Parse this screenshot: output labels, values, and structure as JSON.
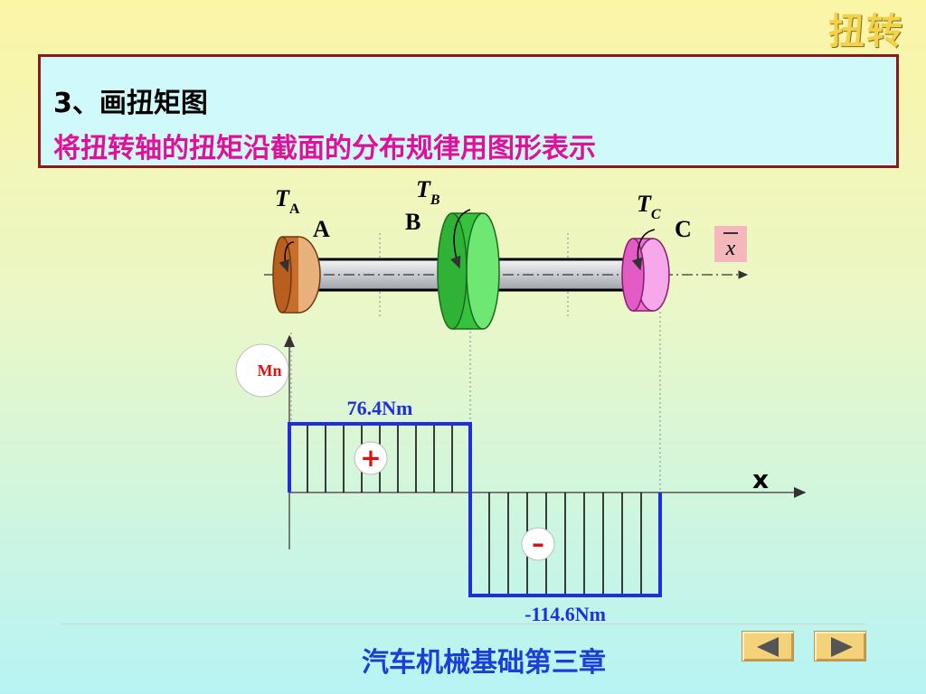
{
  "corner_title": "扭转",
  "header": {
    "section_title": "3、画扭矩图",
    "subtitle": "将扭转轴的扭矩沿截面的分布规律用图形表示"
  },
  "shaft": {
    "torque_labels": {
      "a_main": "T",
      "a_sub": "A",
      "b_main": "T",
      "b_sub": "B",
      "c_main": "T",
      "c_sub": "C"
    },
    "section_labels": {
      "a": "A",
      "b": "B",
      "c": "C"
    },
    "axis_label": "x",
    "colors": {
      "disk_a": "#d88a4a",
      "disk_b": "#3fd24a",
      "disk_c": "#f07ad6",
      "shaft": "#cfd2d6"
    }
  },
  "torque_diagram": {
    "axis_y_label": "Mn",
    "axis_x_label": "x",
    "segments": [
      {
        "from": "A",
        "to": "B",
        "value": 76.4,
        "value_label": "76.4Nm",
        "sign_label": "+"
      },
      {
        "from": "B",
        "to": "C",
        "value": -114.6,
        "value_label": "-114.6Nm",
        "sign_label": "–"
      }
    ],
    "colors": {
      "outline": "#1f2fe0",
      "label": "#1f2fe0",
      "sign": "#e01010"
    }
  },
  "footer": {
    "text": "汽车机械基础第三章",
    "prev_icon": "triangle-left-icon",
    "next_icon": "triangle-right-icon"
  }
}
